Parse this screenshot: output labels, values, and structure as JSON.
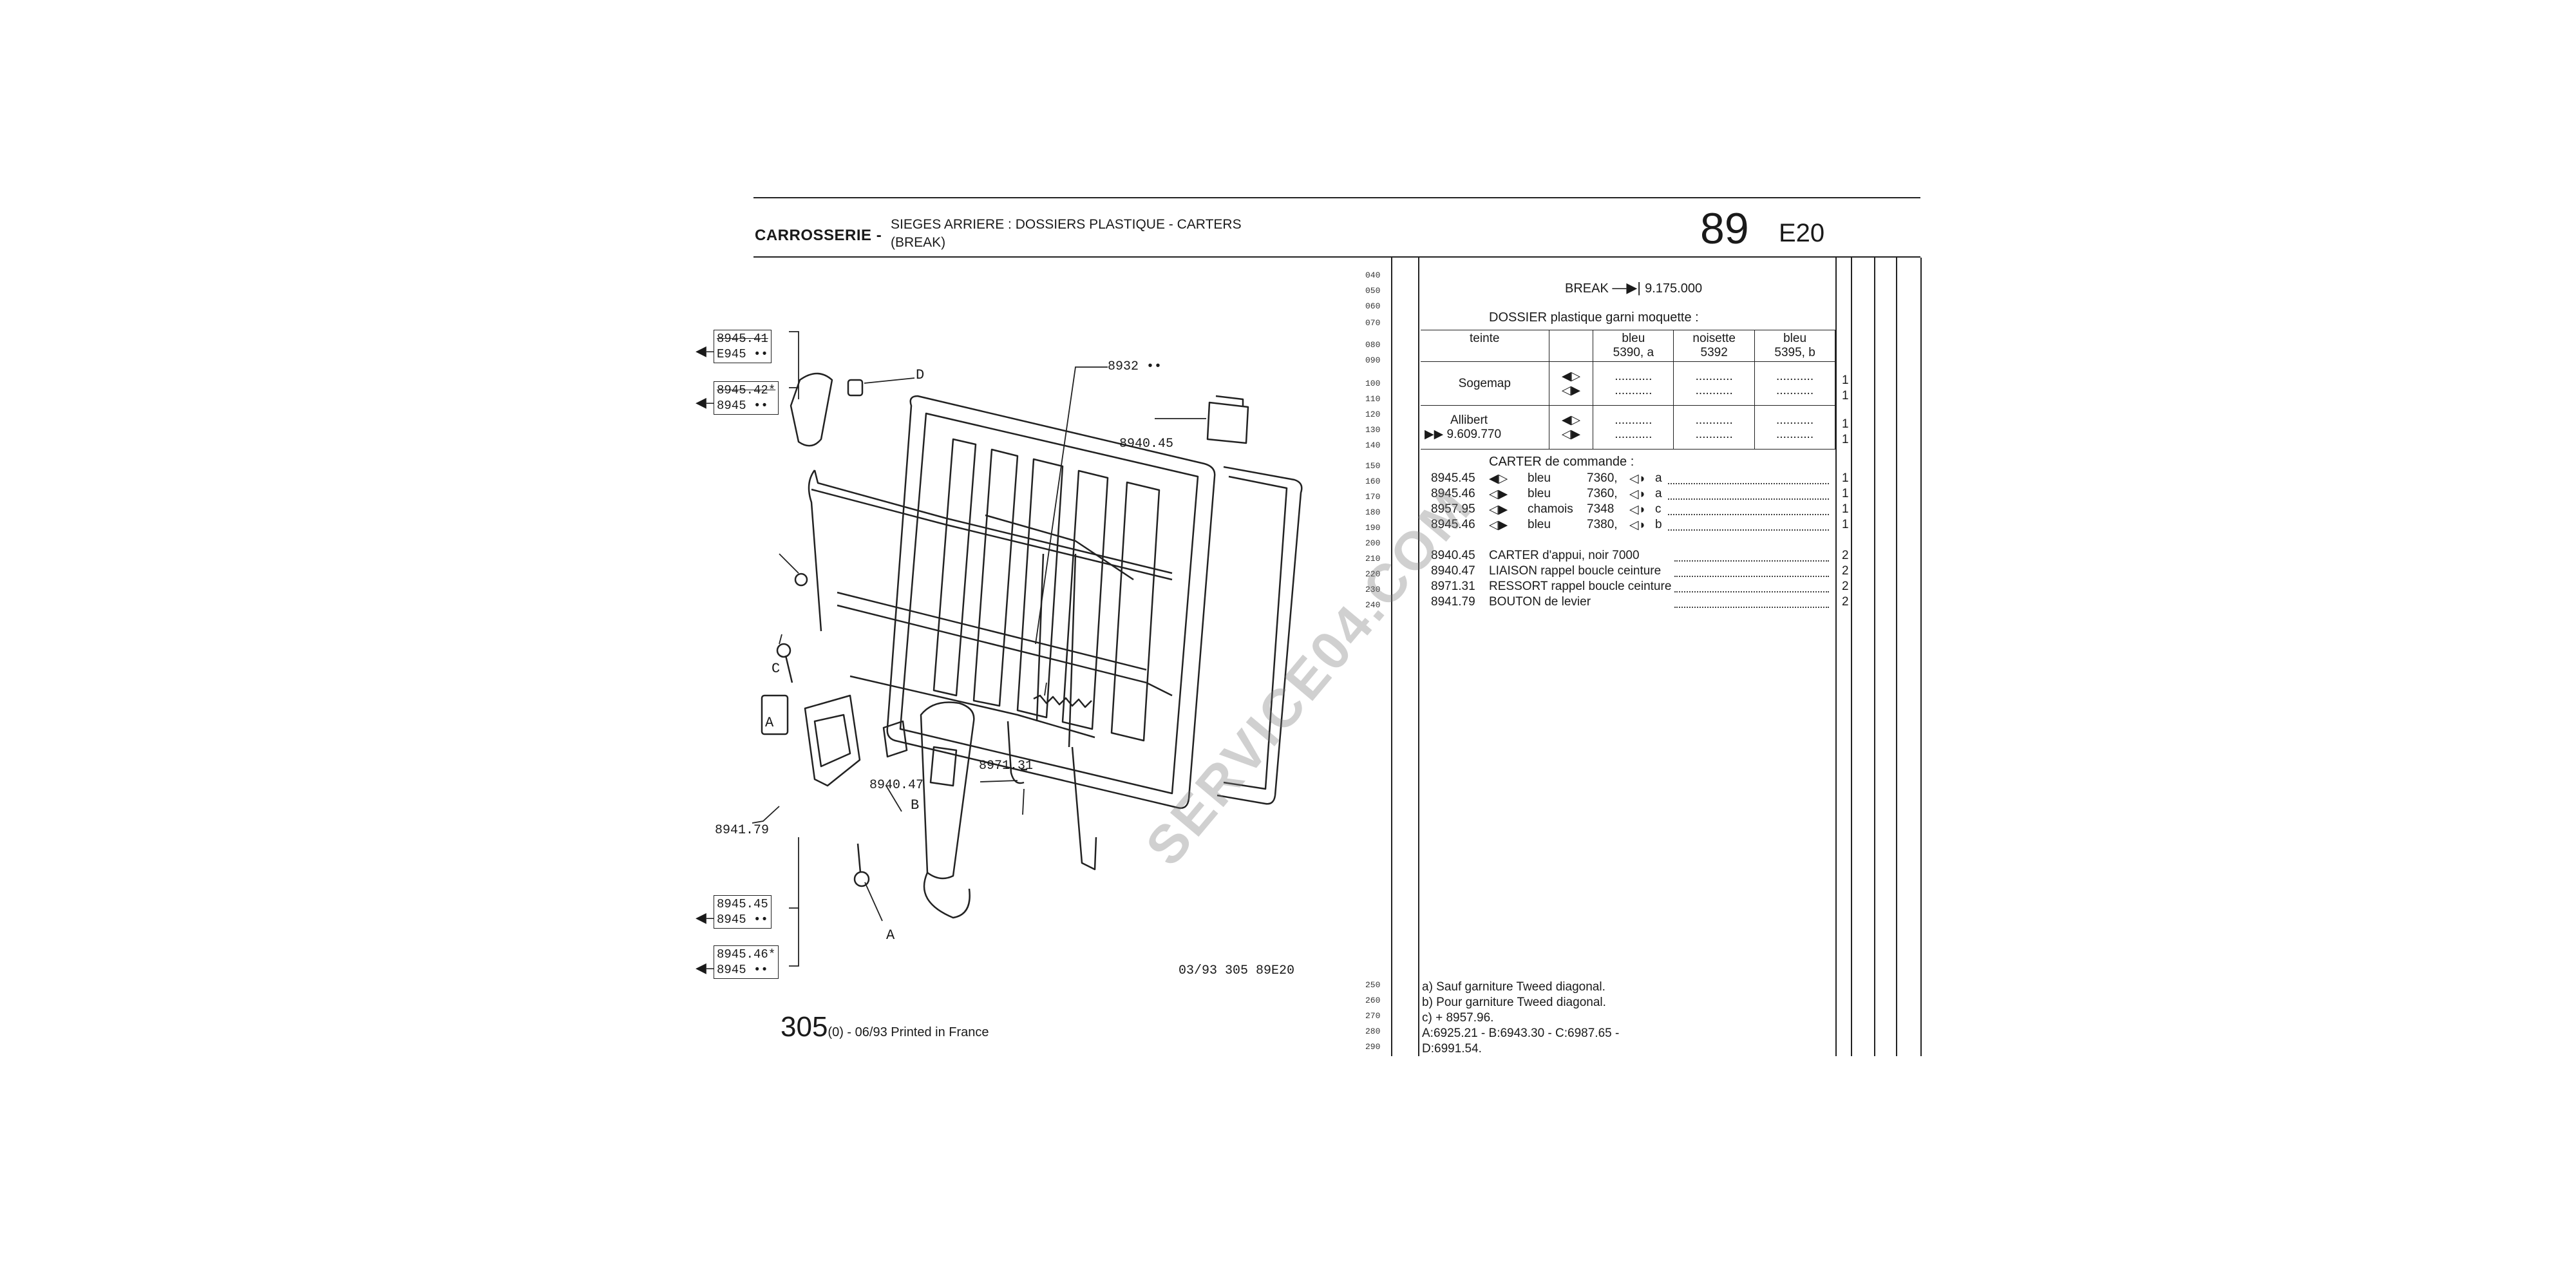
{
  "header": {
    "category": "CARROSSERIE -",
    "title_line1": "SIEGES ARRIERE : DOSSIERS PLASTIQUE - CARTERS",
    "title_line2": "(BREAK)",
    "page_number": "89",
    "page_code": "E20"
  },
  "line_numbers": [
    "040",
    "050",
    "060",
    "070",
    "080",
    "090",
    "100",
    "110",
    "120",
    "130",
    "140",
    "150",
    "160",
    "170",
    "180",
    "190",
    "200",
    "210",
    "220",
    "230",
    "240"
  ],
  "footer_line_numbers": [
    "250",
    "260",
    "270",
    "280",
    "290"
  ],
  "parts_list": {
    "break_line": "BREAK",
    "break_number": "9.175.000",
    "dossier_title": "DOSSIER plastique garni moquette :",
    "table_headers": [
      {
        "label": "teinte"
      },
      {
        "label": "bleu",
        "sub": "5390, a"
      },
      {
        "label": "noisette",
        "sub": "5392"
      },
      {
        "label": "bleu",
        "sub": "5395, b"
      }
    ],
    "sogemap": "Sogemap",
    "allibert": "Allibert",
    "allibert_ref": "9.609.770",
    "quantities_table": [
      "1",
      "1",
      "1",
      "1"
    ],
    "carter_title": "CARTER de commande :",
    "carter_rows": [
      {
        "ref": "8945.45",
        "color": "bleu",
        "code": "7360,",
        "variant": "a",
        "qty": "1"
      },
      {
        "ref": "8945.46",
        "color": "bleu",
        "code": "7360,",
        "variant": "a",
        "qty": "1"
      },
      {
        "ref": "8957.95",
        "color": "chamois",
        "code": "7348",
        "variant": "c",
        "qty": "1"
      },
      {
        "ref": "8945.46",
        "color": "bleu",
        "code": "7380,",
        "variant": "b",
        "qty": "1"
      }
    ],
    "misc_rows": [
      {
        "ref": "8940.45",
        "desc": "CARTER d'appui, noir 7000",
        "qty": "2"
      },
      {
        "ref": "8940.47",
        "desc": "LIAISON rappel boucle ceinture",
        "qty": "2"
      },
      {
        "ref": "8971.31",
        "desc": "RESSORT rappel boucle ceinture",
        "qty": "2"
      },
      {
        "ref": "8941.79",
        "desc": "BOUTON de levier",
        "qty": "2"
      }
    ]
  },
  "footnotes": [
    "a) Sauf garniture Tweed diagonal.",
    "b) Pour garniture Tweed diagonal.",
    "c)  +  8957.96.",
    "A:6925.21 - B:6943.30 - C:6987.65 -",
    "D:6991.54."
  ],
  "diagram": {
    "labels": {
      "l8932": "8932 ••",
      "l894045": "8940.45",
      "lD": "D",
      "lC": "C",
      "lA1": "A",
      "lA2": "A",
      "lB": "B",
      "l894047": "8940.47",
      "l897131": "8971.31",
      "l894179": "8941.79"
    },
    "boxes": {
      "top1a": "8945.41",
      "top1b": "E945 ••",
      "top2a": "8945.42*",
      "top2b": "8945 ••",
      "bot1a": "8945.45",
      "bot1b": "8945 ••",
      "bot2a": "8945.46*",
      "bot2b": "8945 ••"
    },
    "ref_code": "03/93  305  89E20",
    "watermark": "SERVICE04.COM"
  },
  "print_info": {
    "page": "305",
    "suffix": "(0) - 06/93 Printed in France"
  }
}
